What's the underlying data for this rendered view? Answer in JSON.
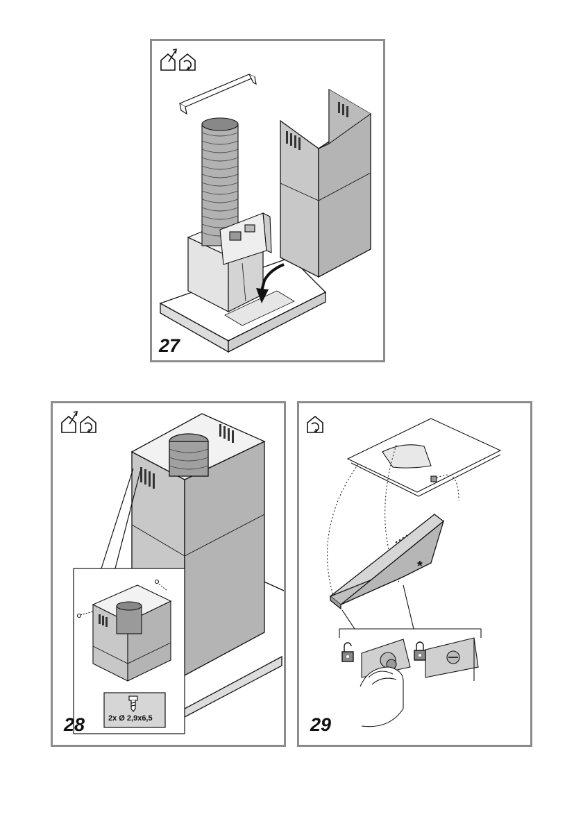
{
  "steps": [
    {
      "number": "27",
      "icons": [
        "ducting-mode-icon",
        "recirculation-mode-icon"
      ]
    },
    {
      "number": "28",
      "icons": [
        "ducting-mode-icon",
        "recirculation-mode-icon"
      ],
      "screw_spec": "2x Ø 2,9x6,5"
    },
    {
      "number": "29",
      "icons": [
        "recirculation-mode-icon"
      ],
      "marker": "*"
    }
  ],
  "colors": {
    "frame": "#8c8c8c",
    "chimney": "#bdbdbd",
    "chimney_dark": "#a6a6a6",
    "duct": "#9a9a9a",
    "ink": "#111111"
  }
}
